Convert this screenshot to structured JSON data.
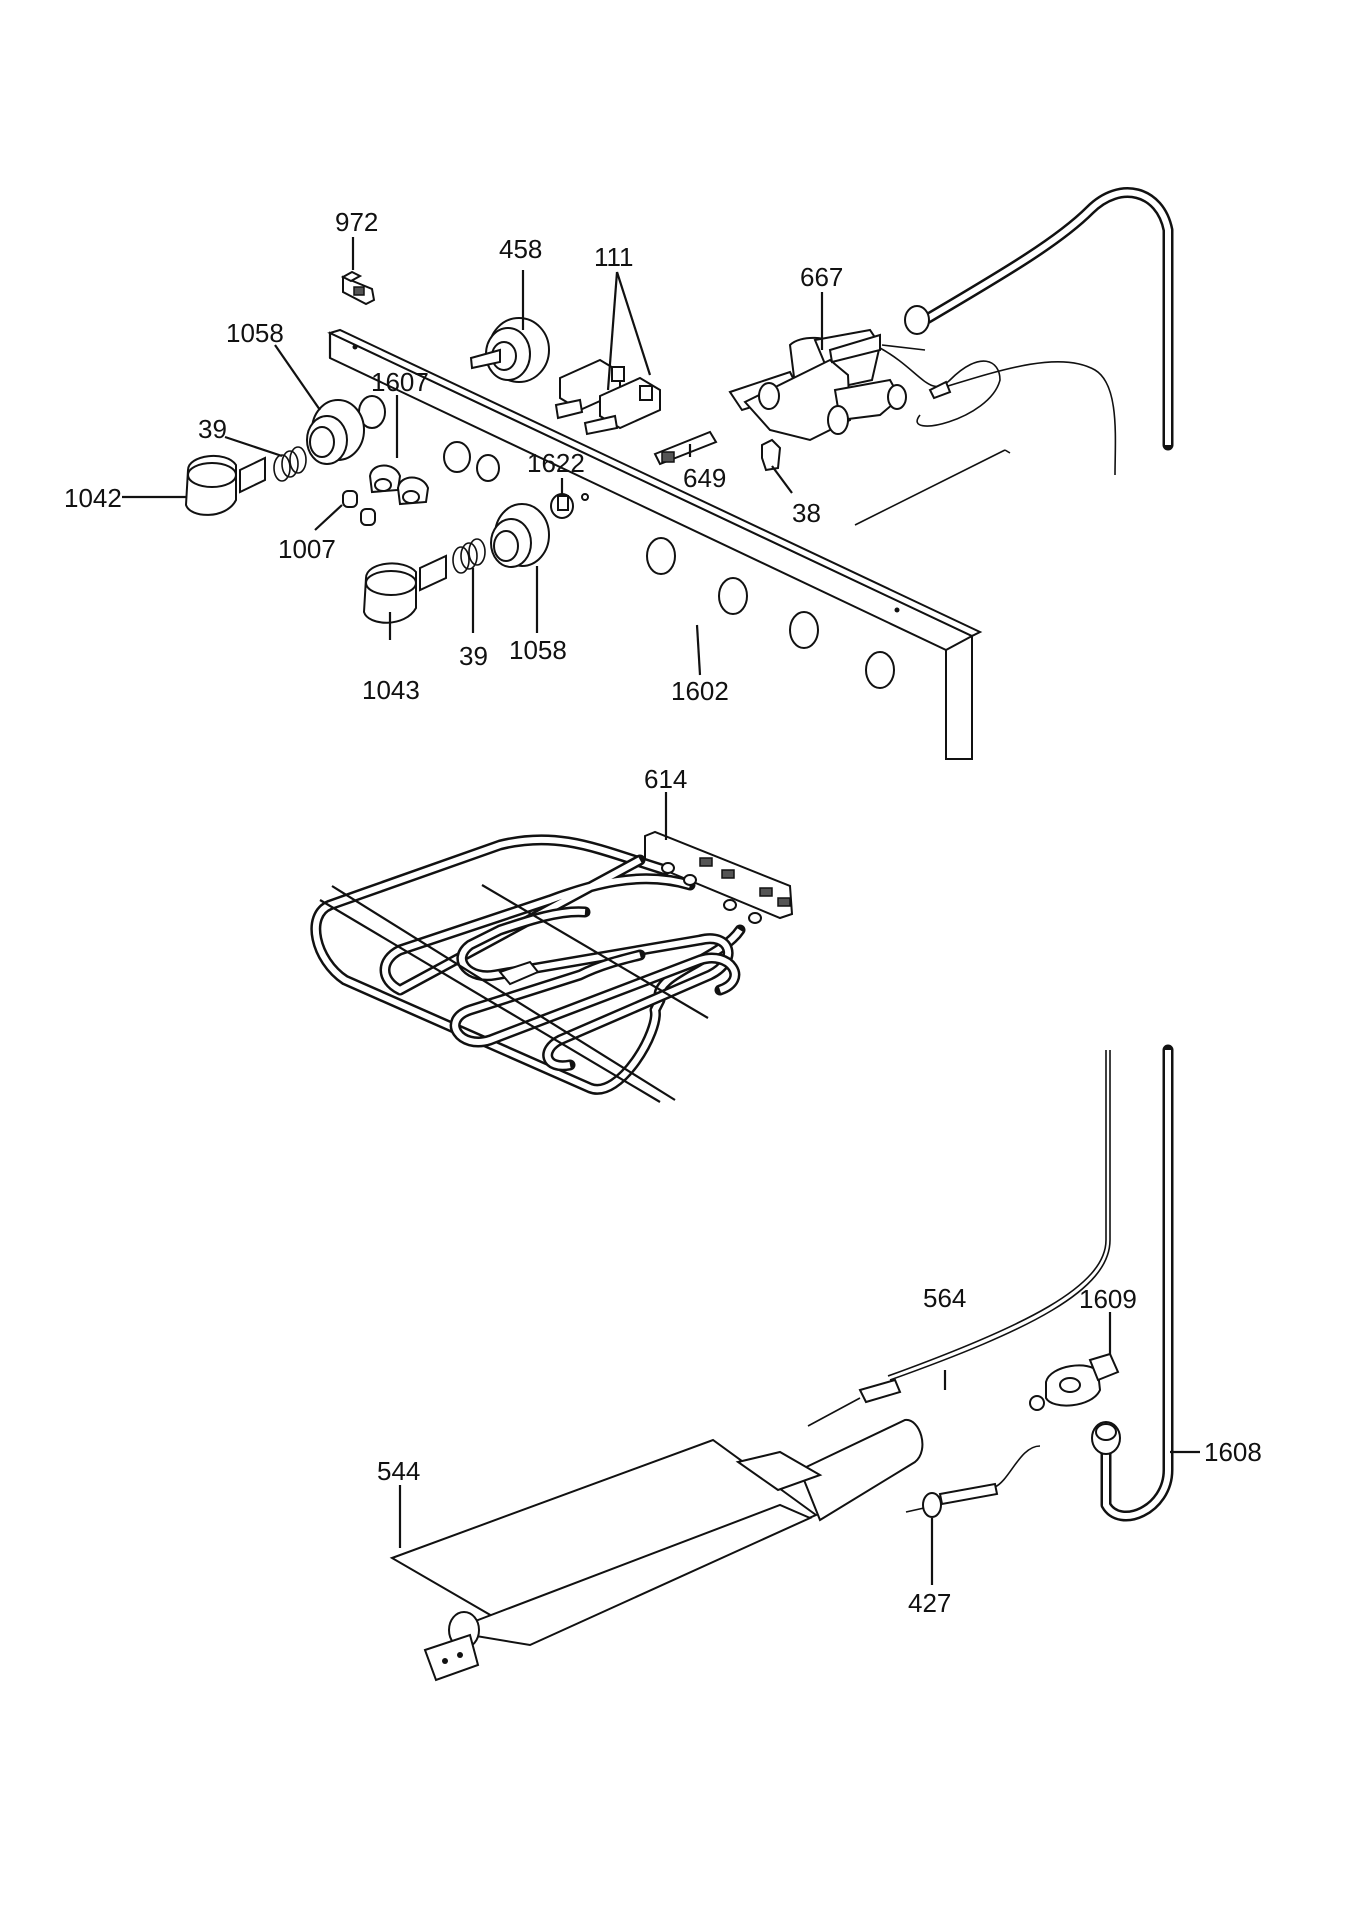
{
  "diagram": {
    "callouts": [
      {
        "id": "c972",
        "text": "972"
      },
      {
        "id": "c458",
        "text": "458"
      },
      {
        "id": "c111",
        "text": "111"
      },
      {
        "id": "c667",
        "text": "667"
      },
      {
        "id": "c1058a",
        "text": "1058"
      },
      {
        "id": "c1607",
        "text": "1607"
      },
      {
        "id": "c39a",
        "text": "39"
      },
      {
        "id": "c1042",
        "text": "1042"
      },
      {
        "id": "c1622",
        "text": "1622"
      },
      {
        "id": "c649",
        "text": "649"
      },
      {
        "id": "c38",
        "text": "38"
      },
      {
        "id": "c1007",
        "text": "1007"
      },
      {
        "id": "c1043",
        "text": "1043"
      },
      {
        "id": "c39b",
        "text": "39"
      },
      {
        "id": "c1058b",
        "text": "1058"
      },
      {
        "id": "c1602",
        "text": "1602"
      },
      {
        "id": "c614",
        "text": "614"
      },
      {
        "id": "c564",
        "text": "564"
      },
      {
        "id": "c1609",
        "text": "1609"
      },
      {
        "id": "c544",
        "text": "544"
      },
      {
        "id": "c1608",
        "text": "1608"
      },
      {
        "id": "c427",
        "text": "427"
      }
    ]
  }
}
